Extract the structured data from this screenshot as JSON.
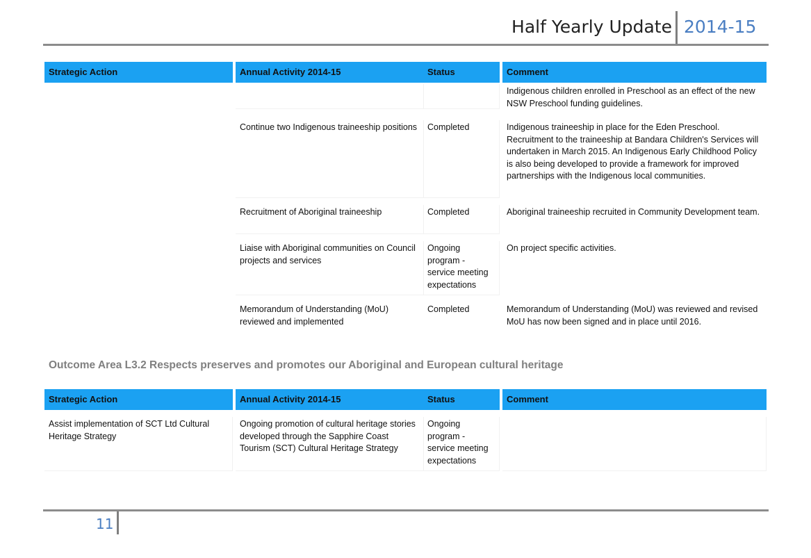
{
  "header": {
    "title": "Half Yearly Update",
    "year": "2014-15"
  },
  "table1": {
    "headers": [
      "Strategic Action",
      "Annual Activity 2014-15",
      "Status",
      "Comment"
    ],
    "rows": [
      {
        "action": "",
        "activity": "",
        "status": "",
        "comment": "Indigenous children enrolled in Preschool as an effect of the new NSW Preschool funding guidelines."
      },
      {
        "action": "",
        "activity": "Continue two Indigenous traineeship positions",
        "status": "Completed",
        "comment": "Indigenous traineeship in place for the Eden Preschool. Recruitment to the traineeship at Bandara Children's Services will undertaken in March 2015.  An Indigenous Early Childhood Policy is also being developed to provide a framework for improved partnerships with the Indigenous local communities."
      },
      {
        "action": "",
        "activity": "Recruitment of Aboriginal traineeship",
        "status": "Completed",
        "comment": "Aboriginal traineeship recruited in Community Development team."
      },
      {
        "action": "",
        "activity": "Liaise with Aboriginal communities on Council projects and services",
        "status": "Ongoing program - service meeting expectations",
        "comment": "On project specific activities."
      },
      {
        "action": "",
        "activity": "Memorandum of Understanding (MoU) reviewed and implemented",
        "status": "Completed",
        "comment": "Memorandum of Understanding (MoU) was reviewed and revised MoU has now been signed and in place until 2016."
      }
    ]
  },
  "outcome_heading": "Outcome Area L3.2 Respects preserves and promotes our Aboriginal and European cultural heritage",
  "table2": {
    "headers": [
      "Strategic Action",
      "Annual Activity 2014-15",
      "Status",
      "Comment"
    ],
    "rows": [
      {
        "action": "Assist implementation of SCT Ltd Cultural Heritage Strategy",
        "activity": "Ongoing promotion of cultural heritage stories developed through the Sapphire Coast Tourism (SCT) Cultural Heritage Strategy",
        "status": "Ongoing program - service meeting expectations",
        "comment": ""
      }
    ]
  },
  "footer": {
    "page_number": "11"
  }
}
